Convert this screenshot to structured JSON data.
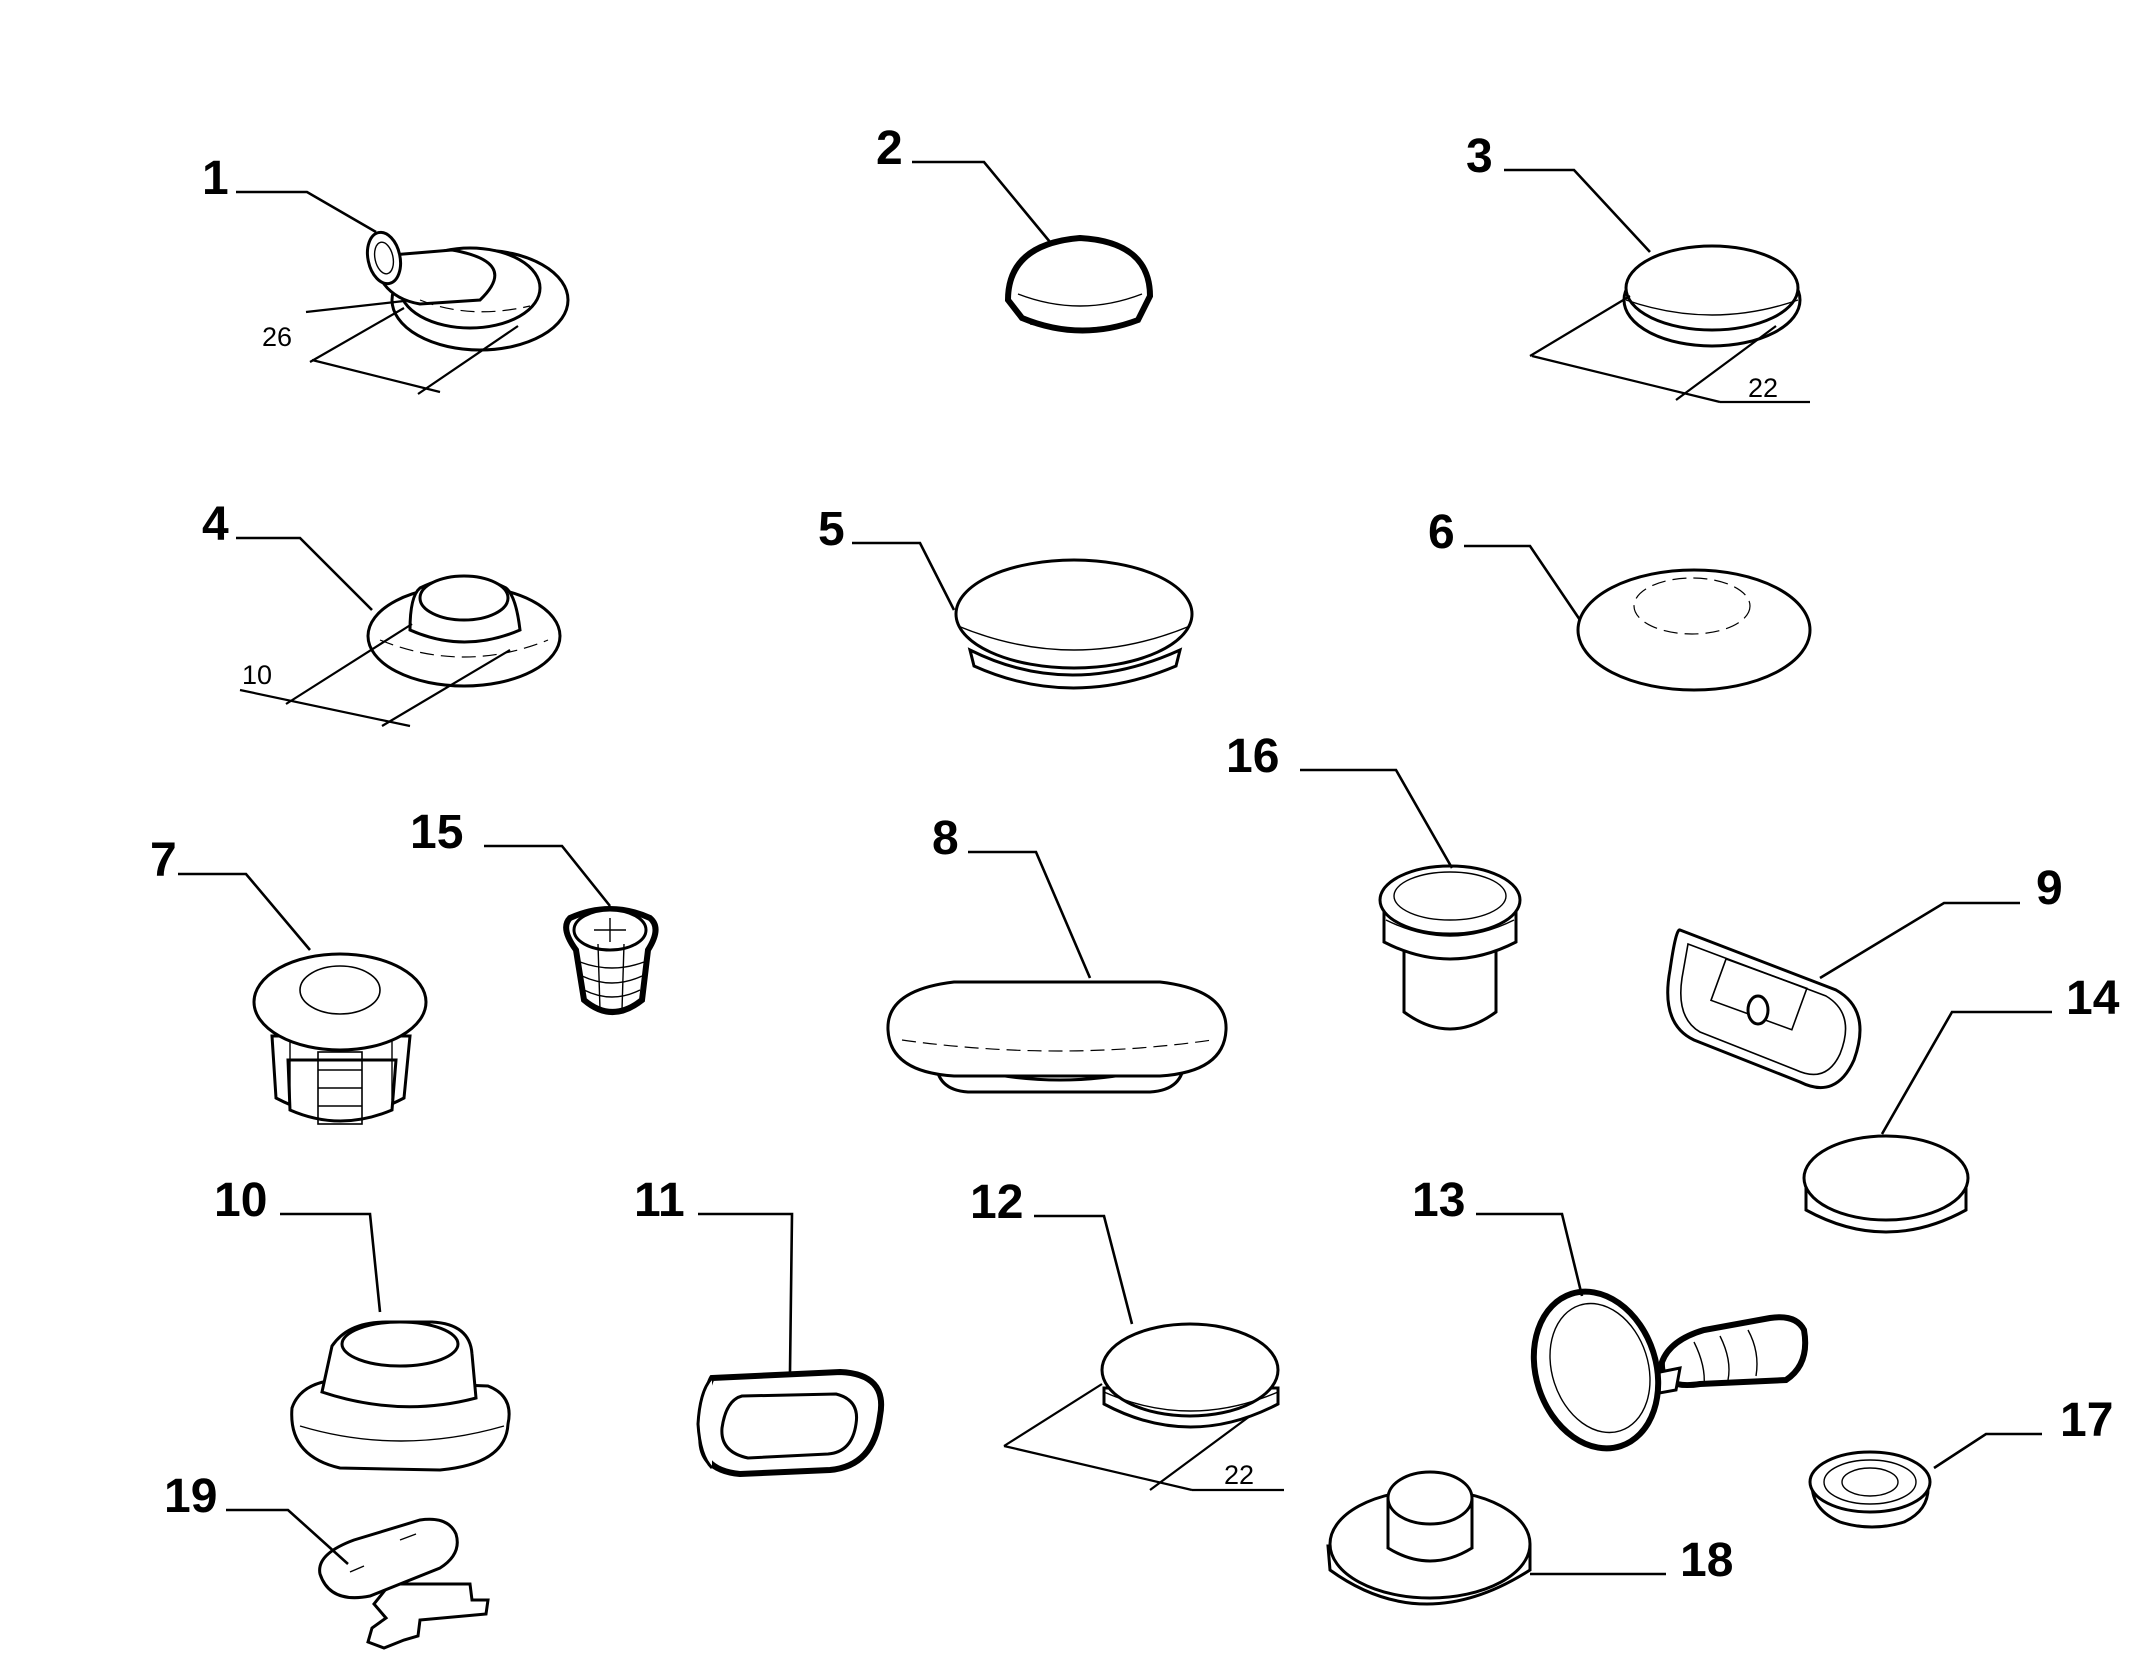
{
  "callouts": [
    "1",
    "2",
    "3",
    "4",
    "5",
    "6",
    "7",
    "8",
    "9",
    "10",
    "11",
    "12",
    "13",
    "14",
    "15",
    "16",
    "17",
    "18",
    "19"
  ],
  "dimensions": {
    "part1": "26",
    "part3": "22",
    "part4": "10",
    "part12": "22"
  }
}
